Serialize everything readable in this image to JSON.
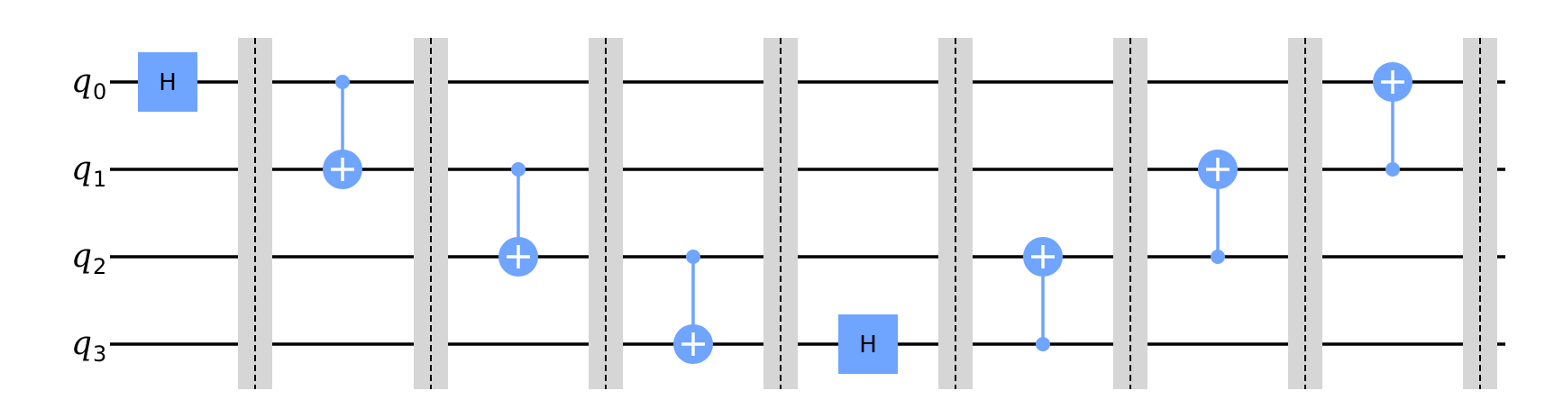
{
  "circuit": {
    "qubits": [
      {
        "label": "q",
        "index": "0"
      },
      {
        "label": "q",
        "index": "1"
      },
      {
        "label": "q",
        "index": "2"
      },
      {
        "label": "q",
        "index": "3"
      }
    ],
    "colors": {
      "wire": "#000000",
      "gate": "#6fa4ff",
      "barrier_fill": "#d6d6d6",
      "barrier_line": "#000000"
    },
    "moments": [
      {
        "type": "h",
        "qubit": 0,
        "label": "H"
      },
      {
        "type": "barrier"
      },
      {
        "type": "cx",
        "control": 0,
        "target": 1
      },
      {
        "type": "barrier"
      },
      {
        "type": "cx",
        "control": 1,
        "target": 2
      },
      {
        "type": "barrier"
      },
      {
        "type": "cx",
        "control": 2,
        "target": 3
      },
      {
        "type": "barrier"
      },
      {
        "type": "h",
        "qubit": 3,
        "label": "H"
      },
      {
        "type": "barrier"
      },
      {
        "type": "cx",
        "control": 3,
        "target": 2
      },
      {
        "type": "barrier"
      },
      {
        "type": "cx",
        "control": 2,
        "target": 1
      },
      {
        "type": "barrier"
      },
      {
        "type": "cx",
        "control": 1,
        "target": 0
      },
      {
        "type": "barrier"
      }
    ]
  }
}
